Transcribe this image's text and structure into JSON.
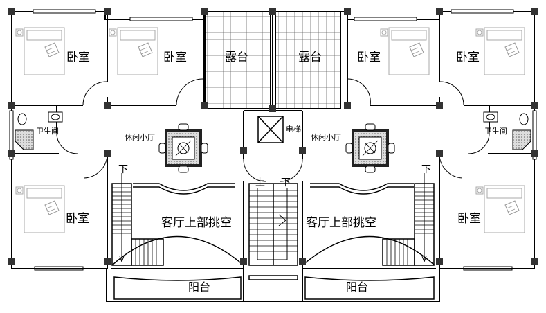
{
  "plan": {
    "bedroom": "卧室",
    "terrace": "露台",
    "bathroom": "卫生间",
    "lounge": "休闲小厅",
    "elevator": "电梯",
    "living_void": "客厅上部挑空",
    "balcony": "阳台",
    "up": "上",
    "down": "下"
  }
}
